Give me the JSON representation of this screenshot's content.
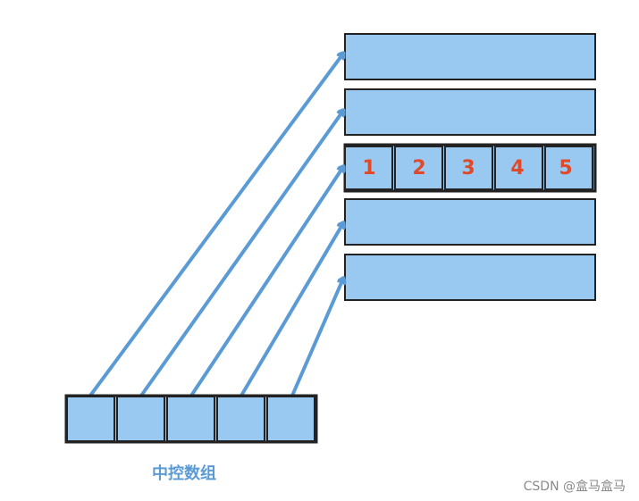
{
  "colors": {
    "box_fill": "#99c9f0",
    "box_stroke": "#222222",
    "arrow": "#5b9bd5",
    "number": "#e04a2a",
    "caption": "#5b9bd5",
    "watermark": "#8a8a8a"
  },
  "sub_arrays": {
    "count": 5,
    "highlighted_row_cells": [
      "1",
      "2",
      "3",
      "4",
      "5"
    ]
  },
  "control_array": {
    "label": "中控数组",
    "cell_count": 5
  },
  "watermark": "CSDN @盒马盒马"
}
